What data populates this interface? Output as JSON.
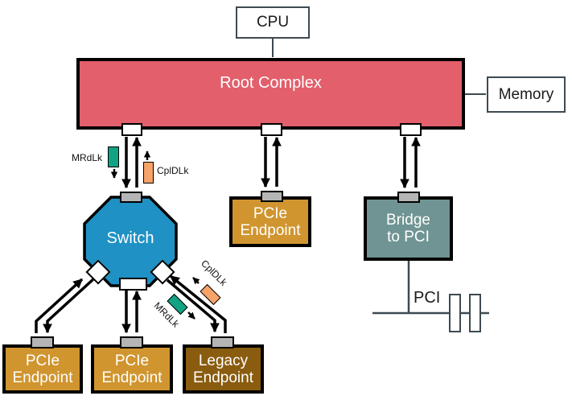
{
  "diagram": {
    "cpu": "CPU",
    "root_complex": "Root Complex",
    "memory": "Memory",
    "switch": "Switch",
    "pcie_endpoint_upper": "PCIe\nEndpoint",
    "bridge": "Bridge\nto PCI",
    "pci": "PCI",
    "pcie_endpoint_left": "PCIe\nEndpoint",
    "pcie_endpoint_middle": "PCIe\nEndpoint",
    "legacy_endpoint": "Legacy\nEndpoint",
    "tlp": {
      "mrdlk_root_link": "MRdLk",
      "cpldlk_root_link": "CplDLk",
      "mrdlk_legacy_link": "MRdLk",
      "cpldlk_legacy_link": "CplDLk"
    }
  },
  "colors": {
    "root_complex_fill": "#e25f6b",
    "switch_fill": "#1f91c4",
    "pcie_endpoint_fill": "#d0952f",
    "legacy_endpoint_fill": "#8a5c0f",
    "bridge_fill": "#6f9493",
    "mrdlk_chip_fill": "#12a284",
    "cpldlk_chip_fill": "#f6a469",
    "port_gray_fill": "#b5b5b5",
    "port_white_fill": "#ffffff",
    "arrow_color": "#000000",
    "wire_color": "#3d4a52"
  }
}
